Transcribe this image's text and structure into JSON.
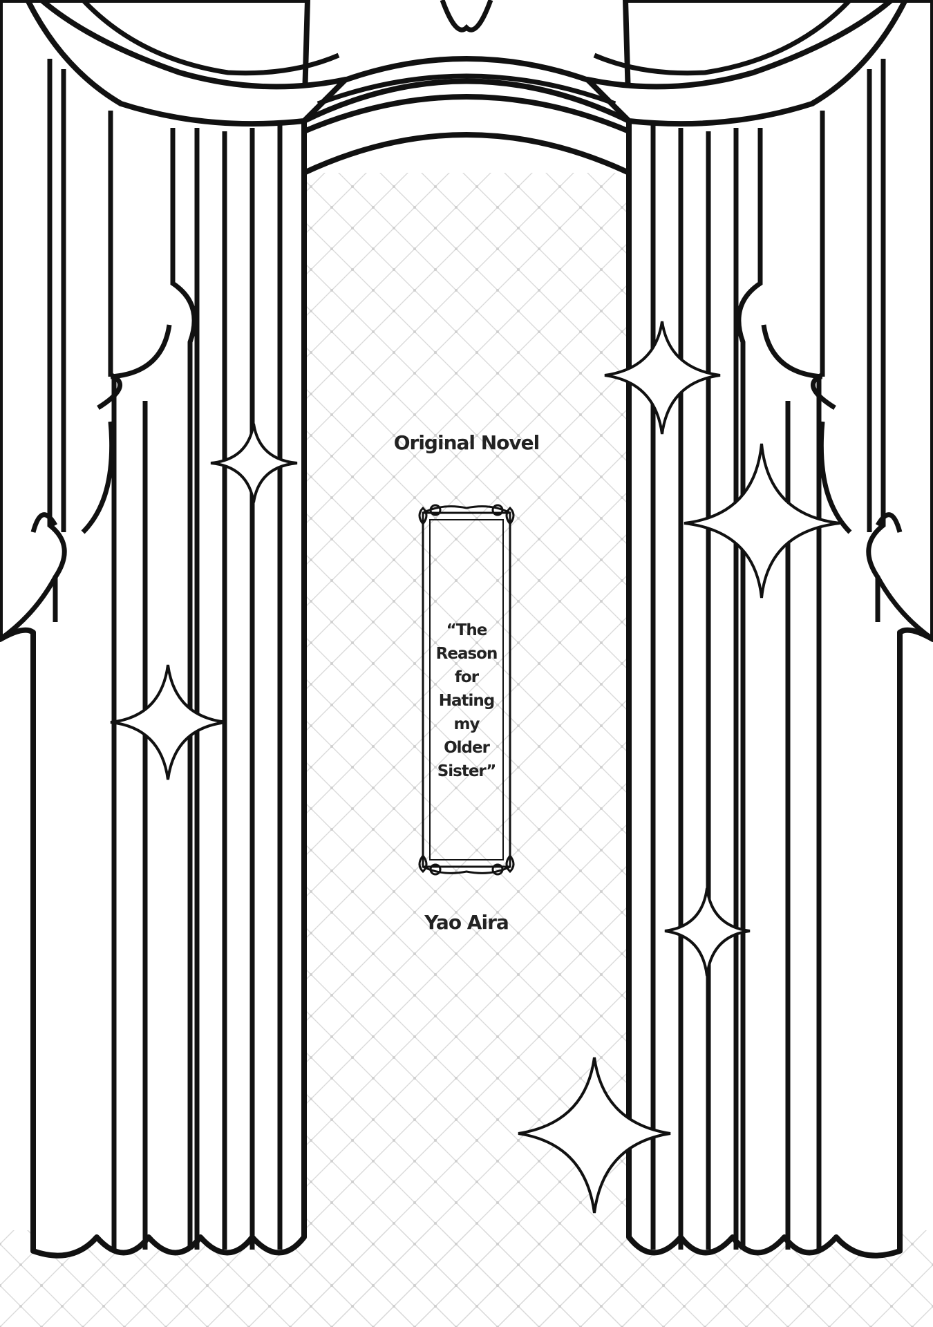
{
  "page": {
    "subtitle": "Original Novel",
    "title_lines": [
      "“The",
      "Reason",
      "for",
      "Hating",
      "my",
      "Older",
      "Sister”"
    ],
    "author": "Yao Aira"
  },
  "colors": {
    "line": "#111111",
    "lattice": "#d9d9d9",
    "text": "#222222",
    "background": "#ffffff"
  },
  "icons": {
    "sparkle": "four-point-star-icon",
    "frame": "ornate-title-frame-icon",
    "curtain": "stage-curtain-illustration"
  }
}
